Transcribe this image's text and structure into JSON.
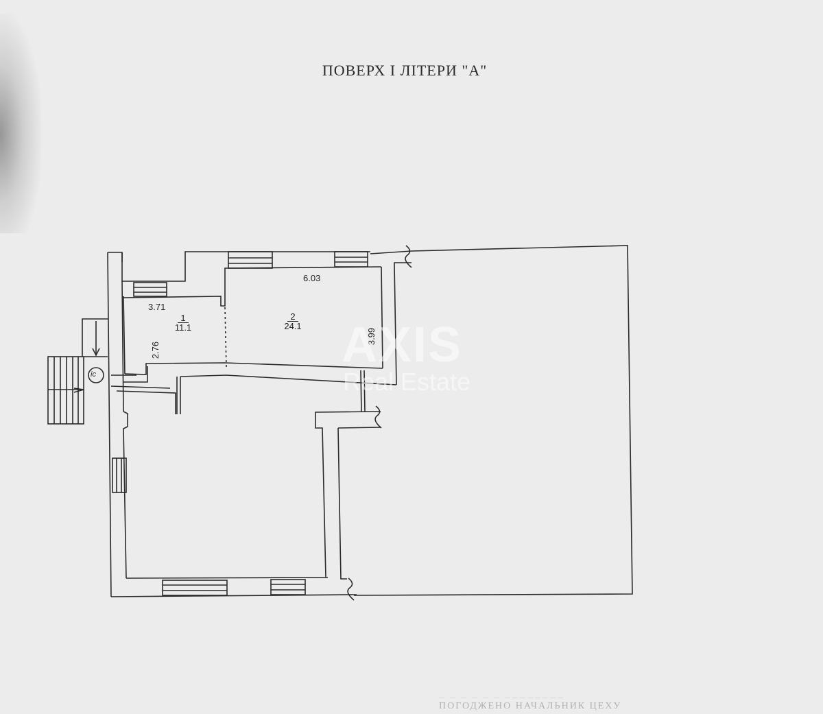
{
  "title": "ПОВЕРХ І ЛІТЕРИ \"А\"",
  "rooms": [
    {
      "number": "1",
      "area": "11.1",
      "dims": {
        "width": "3.71",
        "length": "2.76"
      }
    },
    {
      "number": "2",
      "area": "24.1",
      "dims": {
        "width": "6.03",
        "length": "3.99"
      }
    }
  ],
  "stair_symbol": "ic",
  "watermark": {
    "brand": "AXIS",
    "sub": "Real Estate"
  },
  "footer": {
    "line1": "— — — — — — ————————",
    "line2": "ПОГОДЖЕНО НАЧАЛЬНИК ЦЕХУ"
  },
  "colors": {
    "paper": "#ececec",
    "ink": "#2a2a2a"
  }
}
